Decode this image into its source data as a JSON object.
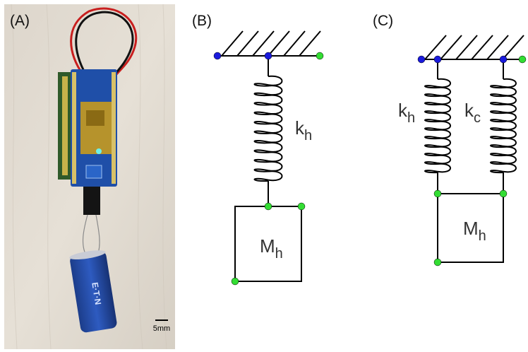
{
  "panels": {
    "a_label": "(A)",
    "b_label": "(B)",
    "c_label": "(C)"
  },
  "photo": {
    "scale_bar_label": "5mm",
    "capacitor_brand": "E·T·N"
  },
  "panel_b": {
    "spring_label": "k",
    "spring_sub": "h",
    "mass_label": "M",
    "mass_sub": "h"
  },
  "panel_c": {
    "spring1_label": "k",
    "spring1_sub": "h",
    "spring2_label": "k",
    "spring2_sub": "c",
    "mass_label": "M",
    "mass_sub": "h"
  },
  "colors": {
    "fixed_node": "#1a1adc",
    "free_node": "#33dd33",
    "line": "#000000"
  }
}
